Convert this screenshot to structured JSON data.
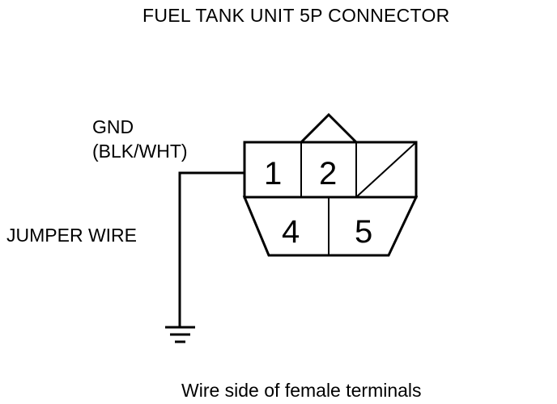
{
  "title": "FUEL TANK UNIT 5P CONNECTOR",
  "gnd_label": "GND",
  "gnd_wire_color": "(BLK/WHT)",
  "jumper_label": "JUMPER WIRE",
  "caption": "Wire side of female terminals",
  "connector": {
    "top_row": [
      "1",
      "2",
      ""
    ],
    "bottom_row": [
      "4",
      "5"
    ],
    "empty_cavity": "slot-3-unused"
  },
  "colors": {
    "line": "#000000",
    "background": "#ffffff"
  }
}
